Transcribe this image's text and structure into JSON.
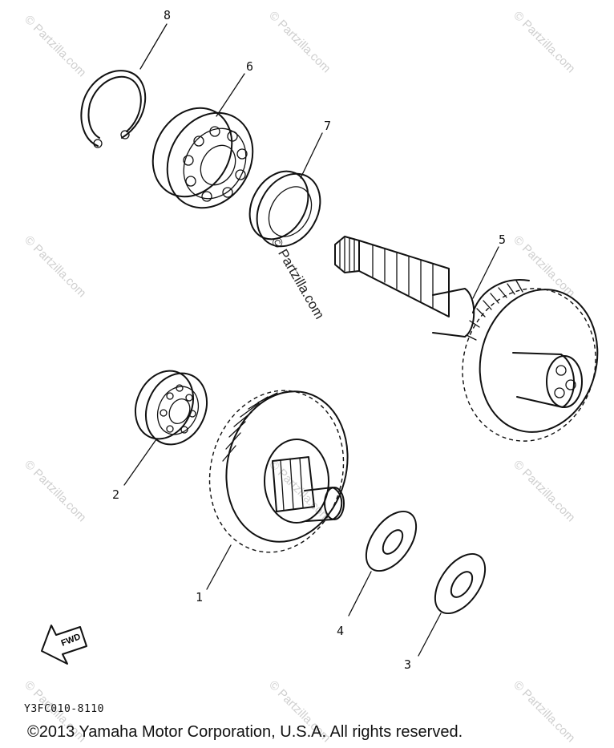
{
  "parts": [
    {
      "callout": "1",
      "name": "gear"
    },
    {
      "callout": "2",
      "name": "bearing"
    },
    {
      "callout": "3",
      "name": "washer"
    },
    {
      "callout": "4",
      "name": "washer"
    },
    {
      "callout": "5",
      "name": "shaft"
    },
    {
      "callout": "6",
      "name": "bearing"
    },
    {
      "callout": "7",
      "name": "seal"
    },
    {
      "callout": "8",
      "name": "circlip"
    }
  ],
  "watermark": "© Partzilla.com",
  "drawing_code": "Y3FC010-8110",
  "copyright": "©2013  Yamaha Motor Corporation, U.S.A. All rights reserved.",
  "fwd_label": "FWD"
}
